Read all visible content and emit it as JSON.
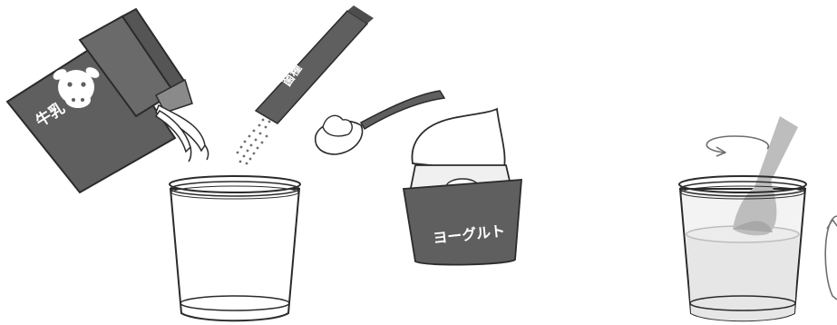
{
  "labels": {
    "milk_carton": "牛乳",
    "stick_packet": "菌種",
    "yogurt_cup": "ヨーグルト"
  },
  "colors": {
    "ink": "#5f5f5f",
    "outline": "#2b2b2b",
    "glass_fill": "#f3f3f3",
    "liquid": "#e6e6e6",
    "spoon_light": "#bdbdbd",
    "white": "#ffffff"
  }
}
